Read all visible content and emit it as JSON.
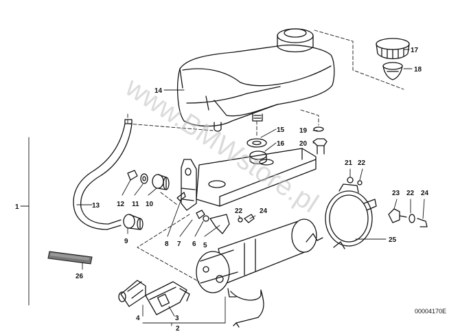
{
  "diagram": {
    "watermark": "www.BMWstore.pl",
    "part_number": "00004170E",
    "callouts": [
      "1",
      "2",
      "3",
      "4",
      "5",
      "6",
      "7",
      "8",
      "9",
      "10",
      "11",
      "12",
      "13",
      "14",
      "15",
      "16",
      "17",
      "18",
      "19",
      "20",
      "21",
      "22",
      "22",
      "22",
      "23",
      "24",
      "24",
      "25",
      "26"
    ]
  }
}
